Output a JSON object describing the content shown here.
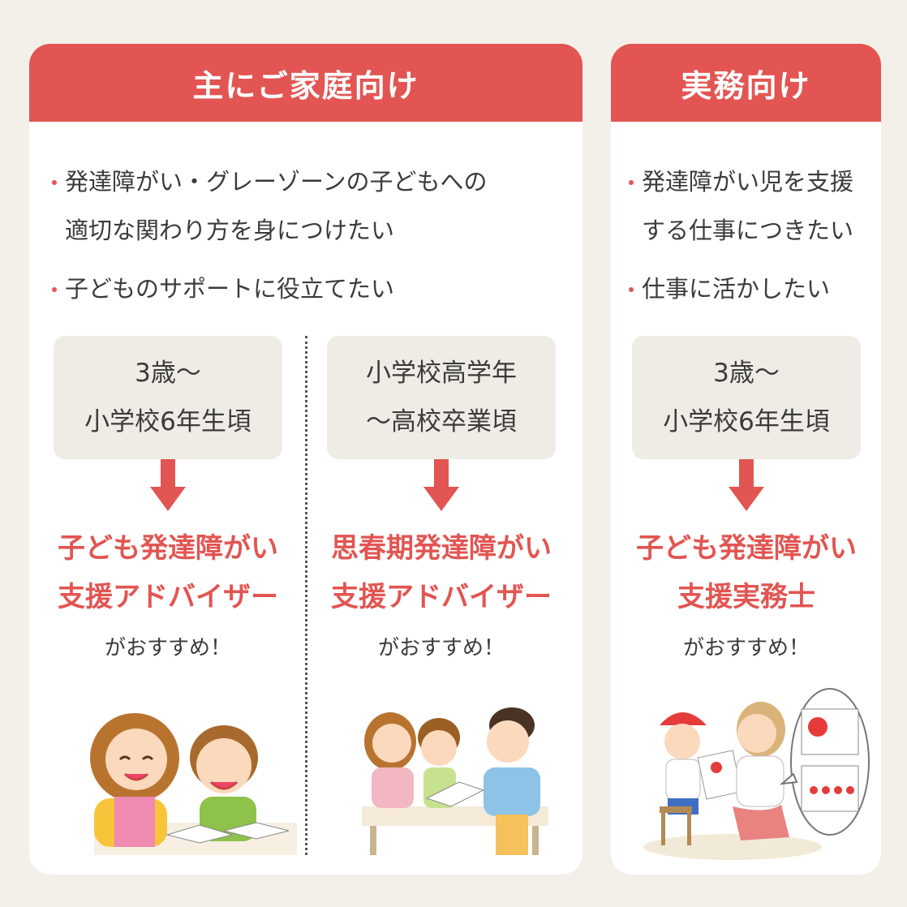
{
  "family": {
    "header": "主にご家庭向け",
    "bullets": [
      "発達障がい・グレーゾーンの子どもへの\n適切な関わり方を身につけたい",
      "子どものサポートに役立てたい"
    ],
    "columns": [
      {
        "age": "3歳〜\n小学校6年生頃",
        "qualification": "子ども発達障がい\n支援アドバイザー",
        "recommend": "がおすすめ！"
      },
      {
        "age": "小学校高学年\n〜高校卒業頃",
        "qualification": "思春期発達障がい\n支援アドバイザー",
        "recommend": "がおすすめ！"
      }
    ]
  },
  "work": {
    "header": "実務向け",
    "bullets": [
      "発達障がい児を支援\nする仕事につきたい",
      "仕事に活かしたい"
    ],
    "column": {
      "age": "3歳〜\n小学校6年生頃",
      "qualification": "子ども発達障がい\n支援実務士",
      "recommend": "がおすすめ！"
    }
  },
  "colors": {
    "accent": "#e25552",
    "box": "#efece5",
    "background": "#f3f0ea"
  }
}
